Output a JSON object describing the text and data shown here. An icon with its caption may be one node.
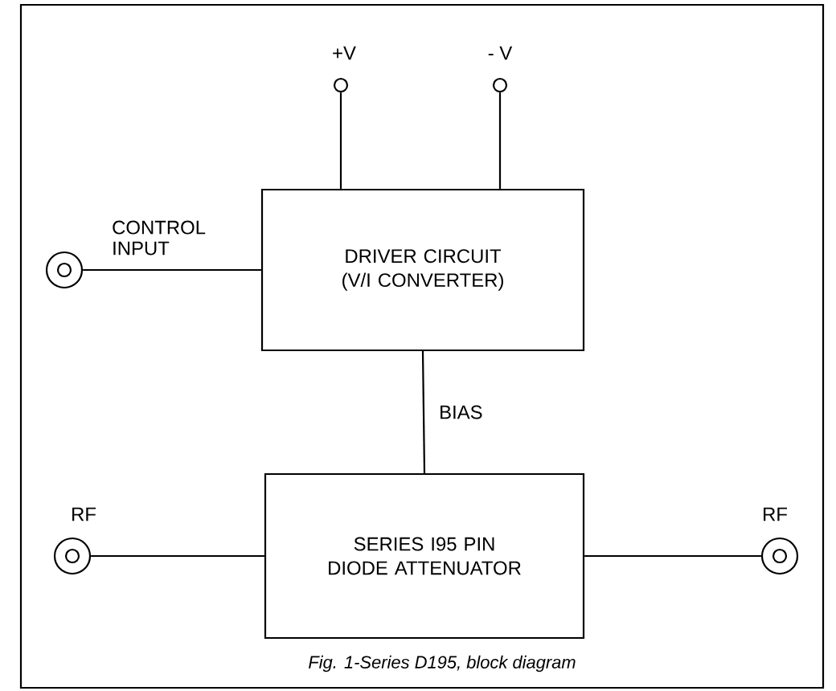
{
  "diagram": {
    "caption": "Fig. 1-Series D195, block diagram",
    "nodes": [
      {
        "text": [],
        "shape": "circle",
        "beside": [
          "+V"
        ]
      },
      {
        "text": [],
        "shape": "circle",
        "beside": [
          "- V"
        ]
      },
      {
        "text": [],
        "shape": "circle",
        "beside": [
          "CONTROL INPUT"
        ]
      },
      {
        "text": [
          "DRIVER CIRCUIT (V/I CONVERTER)"
        ]
      },
      {
        "text": [],
        "shape": "circle",
        "beside": [
          "RF"
        ]
      },
      {
        "text": [
          "SERIES I95 PIN DIODE ATTENUATOR"
        ]
      },
      {
        "text": [],
        "shape": "circle",
        "beside": [
          "RF"
        ]
      }
    ],
    "edges": [
      {
        "from": 0,
        "to": 3,
        "arrow": "none"
      },
      {
        "from": 1,
        "to": 3,
        "arrow": "none"
      },
      {
        "from": 2,
        "to": 3,
        "arrow": "none"
      },
      {
        "from": 3,
        "to": 5,
        "arrow": "none",
        "label": "BIAS"
      },
      {
        "from": 4,
        "to": 5,
        "arrow": "none"
      },
      {
        "from": 5,
        "to": 6,
        "arrow": "none"
      }
    ]
  }
}
